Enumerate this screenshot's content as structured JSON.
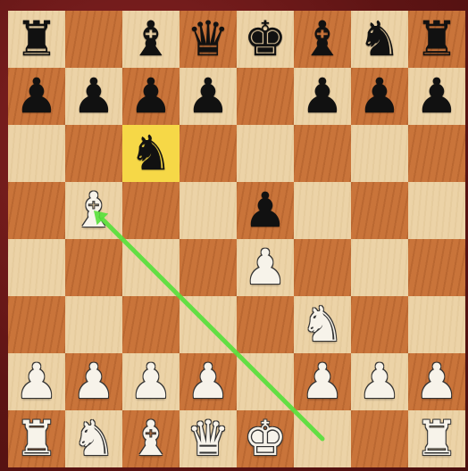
{
  "board": {
    "orientation": "white-bottom",
    "rows": [
      [
        "bR",
        "",
        "bB",
        "bQ",
        "bK",
        "bB",
        "bN",
        "bR"
      ],
      [
        "bP",
        "bP",
        "bP",
        "bP",
        "",
        "bP",
        "bP",
        "bP"
      ],
      [
        "",
        "",
        "bN",
        "",
        "",
        "",
        "",
        ""
      ],
      [
        "",
        "wB",
        "",
        "",
        "bP",
        "",
        "",
        ""
      ],
      [
        "",
        "",
        "",
        "",
        "wP",
        "",
        "",
        ""
      ],
      [
        "",
        "",
        "",
        "",
        "",
        "wN",
        "",
        ""
      ],
      [
        "wP",
        "wP",
        "wP",
        "wP",
        "",
        "wP",
        "wP",
        "wP"
      ],
      [
        "wR",
        "wN",
        "wB",
        "wQ",
        "wK",
        "",
        "",
        "wR"
      ]
    ],
    "highlighted_square": "c6",
    "arrow": {
      "from": "f1",
      "to": "b5",
      "color": "#55e03a"
    }
  },
  "piece_glyphs": {
    "K": "♚",
    "Q": "♛",
    "R": "♜",
    "B": "♝",
    "N": "♞",
    "P": "♟"
  },
  "colors": {
    "light_square": "#ecd3a7",
    "dark_square": "#c9743a",
    "highlight": "#f6d847",
    "frame": "#6e1a1a"
  }
}
